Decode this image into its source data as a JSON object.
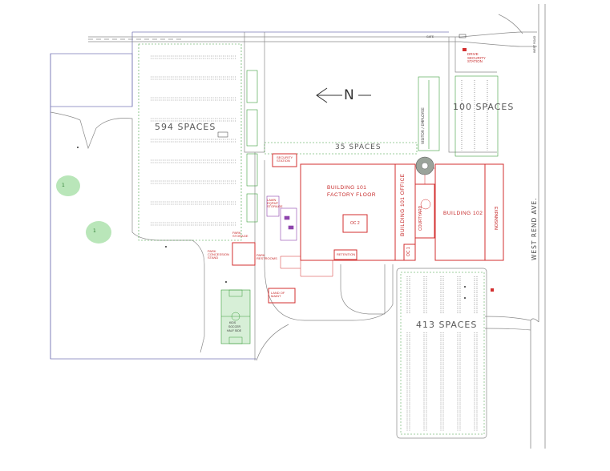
{
  "labels": {
    "spaces_594": "594 SPACES",
    "spaces_100": "100 SPACES",
    "spaces_35": "35 SPACES",
    "spaces_413": "413 SPACES",
    "north": "N",
    "building_101_factory_line1": "BUILDING 101",
    "building_101_factory_line2": "FACTORY FLOOR",
    "building_101_office": "BUILDING 101 OFFICE",
    "building_102": "BUILDING 102",
    "expansion": "EXPANSION",
    "courtyard": "COURTYARD",
    "oc2": "OC 2",
    "oc1": "OC 1",
    "security_station": "SECURITY STATION",
    "drive_security_station": "DRIVE SECURITY STATION",
    "park_storage": "PARK STORAGE",
    "park_concession_stand": "PARK CONCESSION STAND",
    "park_restrooms": "PARK RESTROOMS",
    "lawn_equipment_storage": "LAWN EQPMT STORAGE",
    "retention": "RETENTION",
    "land_of_maint": "LAND OF MAINT",
    "kids_soccer_line1": "KIDS",
    "kids_soccer_line2": "SOCCER",
    "kids_soccer_line3": "HALF SIDE",
    "west_road": "WEST REND AVE.",
    "visitor_parking": "VISITOR / EMPLOYEE",
    "ballfield_1a": "1",
    "ballfield_1b": "1",
    "west_road_small": "WEST ROAD",
    "gate_note": "GATE"
  },
  "colors": {
    "building": "#d32f2f",
    "parking": "#3f9e3f",
    "boundary": "#7a7ab8",
    "road": "#8a8a8a",
    "green_area": "#b9e6b9",
    "purple": "#8e44ad"
  }
}
